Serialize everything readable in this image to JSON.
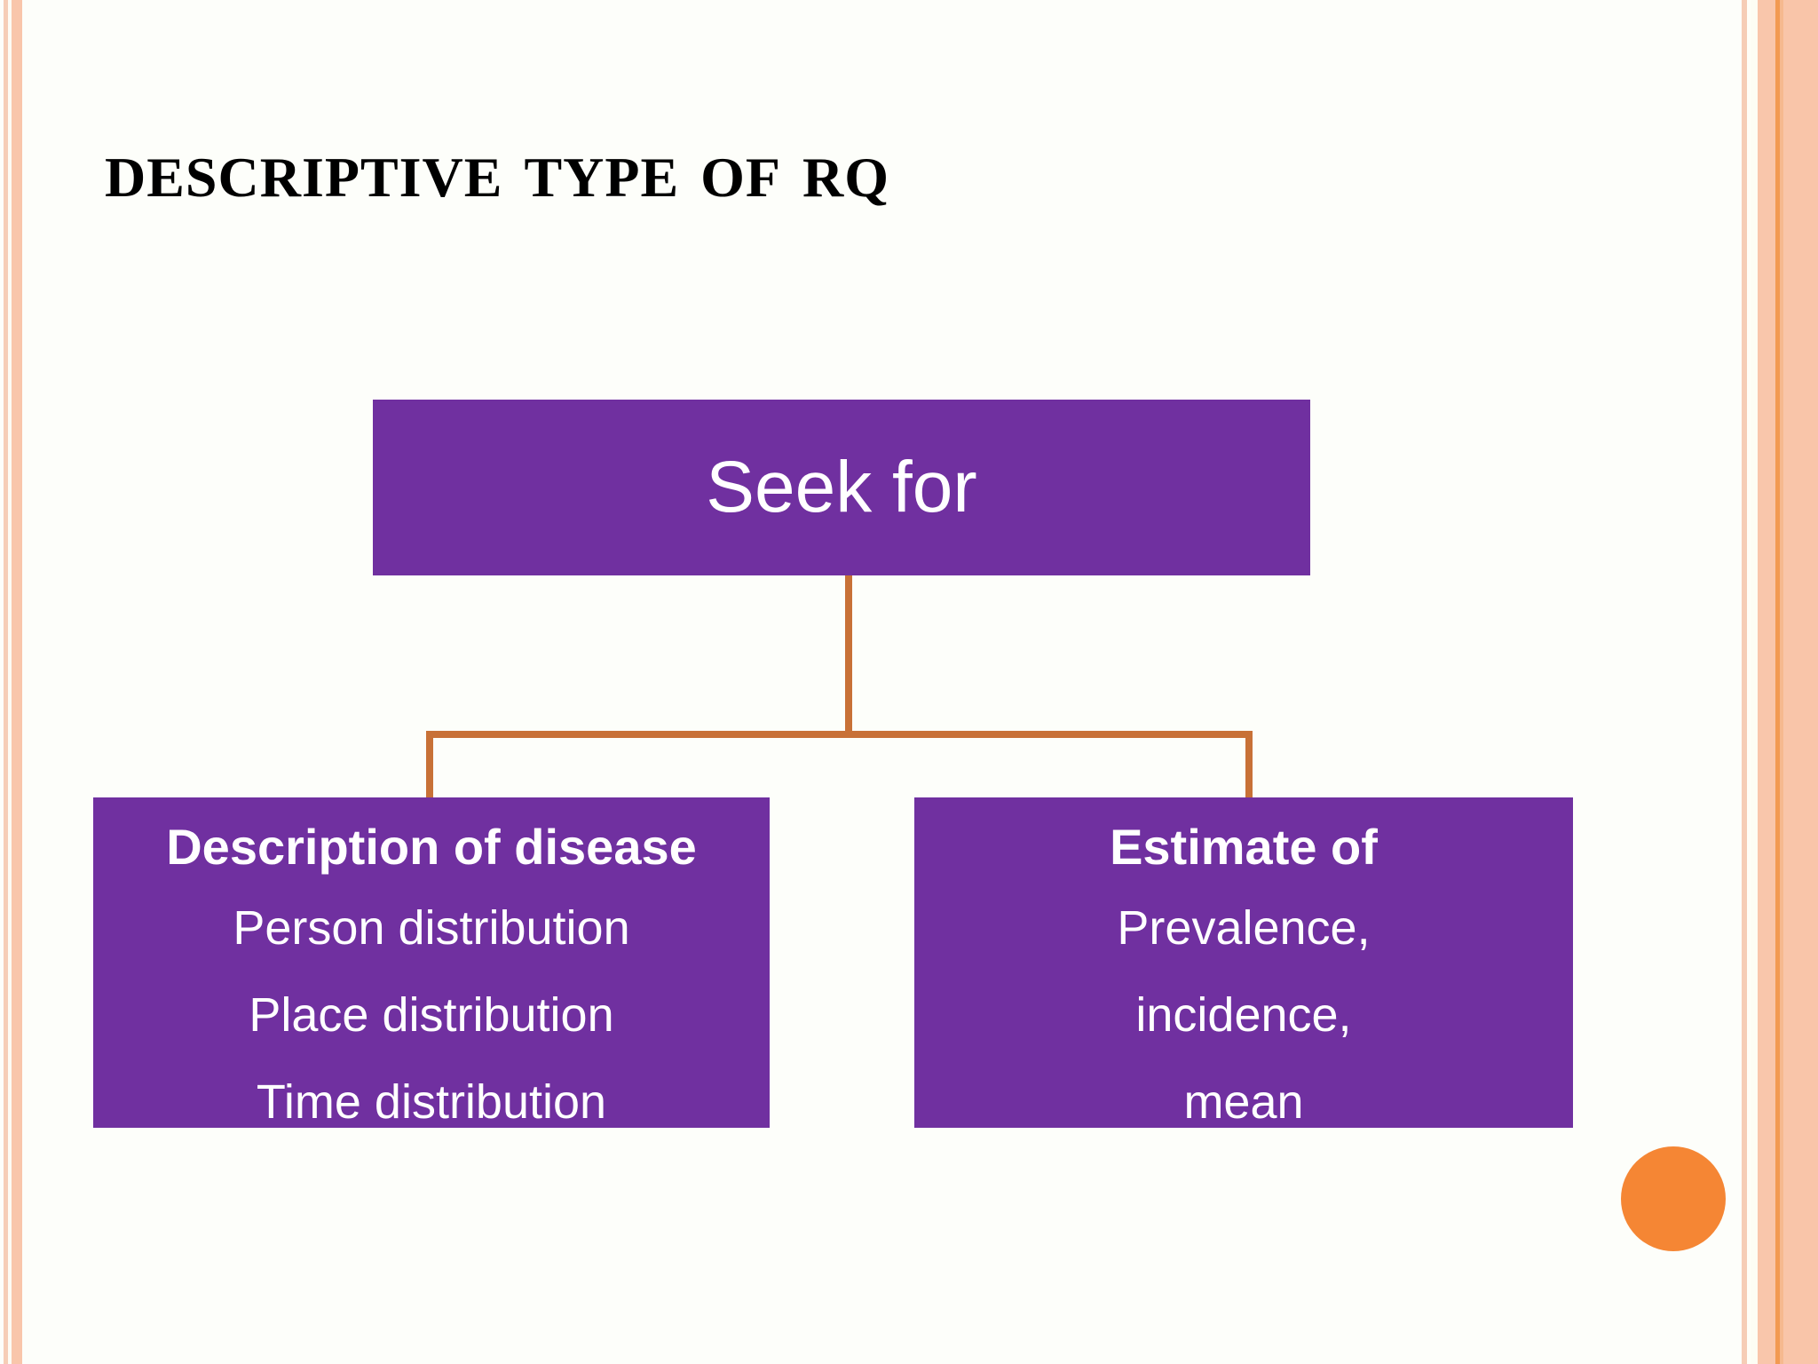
{
  "slide": {
    "title": "Descriptive Type of RQ",
    "background_color": "#fdfefa",
    "accent_purple": "#7030a0",
    "accent_orange": "#c87137",
    "accent_dot_color": "#f58634"
  },
  "diagram": {
    "root": {
      "label": "Seek for"
    },
    "branches": [
      {
        "heading": "Description of disease",
        "items": [
          "Person distribution",
          "Place distribution",
          "Time distribution"
        ]
      },
      {
        "heading": "Estimate of",
        "items": [
          "Prevalence,",
          "incidence,",
          "mean"
        ]
      }
    ]
  }
}
